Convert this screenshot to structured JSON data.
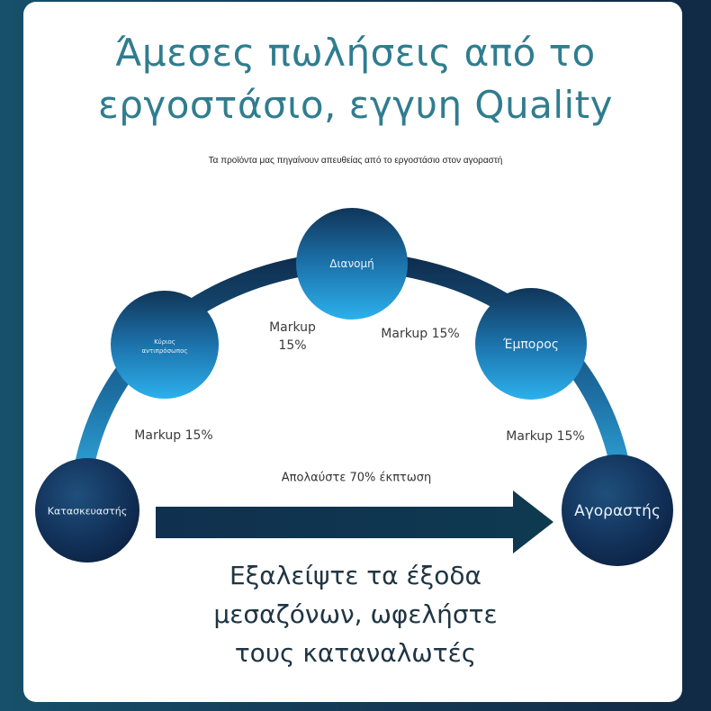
{
  "header": {
    "title_line1": "Άμεσες πωλήσεις από το",
    "title_line2": "εργοστάσιο, εγγυη Quality",
    "subtitle": "Τα προϊόντα μας πηγαίνουν απευθείας από το εργοστάσιο στον αγοραστή"
  },
  "diagram": {
    "nodes": [
      {
        "id": "manufacturer",
        "label": "Κατασκευαστής"
      },
      {
        "id": "main-representative",
        "label_line1": "Κύριος",
        "label_line2": "αντιπρόσωπος"
      },
      {
        "id": "distribution",
        "label": "Διανομή"
      },
      {
        "id": "merchant",
        "label": "Έμπορος"
      },
      {
        "id": "buyer",
        "label": "Αγοραστής"
      }
    ],
    "markups": [
      {
        "label": "Markup 15%"
      },
      {
        "label_line1": "Markup",
        "label_line2": "15%"
      },
      {
        "label": "Markup 15%"
      },
      {
        "label": "Markup 15%"
      }
    ],
    "discount_label": "Απολαύστε 70% έκπτωση"
  },
  "footer": {
    "line1": "Εξαλείψτε τα έξοδα",
    "line2": "μεσαζόνων, ωφελήστε",
    "line3": "τους καταναλωτές"
  },
  "colors": {
    "title": "#2f7d8f",
    "arc_dark": "#123a5c",
    "arc_light": "#2aa8e0",
    "node_dark": "#0f2d4e",
    "node_light": "#29a9e6",
    "arrow": "#0f3450"
  }
}
